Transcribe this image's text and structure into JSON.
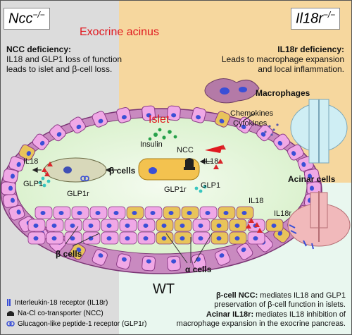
{
  "quadrants": {
    "ncc": {
      "title_base": "Ncc",
      "title_sup": "−/−",
      "heading": "NCC deficiency:",
      "text_lines": [
        "IL18 and GLP1 loss of function",
        "leads to islet and β-cell loss."
      ]
    },
    "il18r": {
      "title_base": "Il18r",
      "title_sup": "−/−",
      "heading": "IL18r deficiency:",
      "text_lines": [
        "Leads to macrophage expansion",
        "and local inflammation."
      ]
    },
    "wt": {
      "title": "WT",
      "text_lines": [
        {
          "bold": "β-cell NCC:",
          "rest": " mediates IL18 and GLP1"
        },
        {
          "bold": "",
          "rest": "preservation of β-cell function in islets."
        },
        {
          "bold": "Acinar IL18r:",
          "rest": " mediates IL18 inhibition of"
        },
        {
          "bold": "",
          "rest": "macrophage expansion in the exocrine pancreas."
        }
      ]
    }
  },
  "labels": {
    "exocrine_acinus": "Exocrine acinus",
    "islet": "Islet",
    "insulin": "Insulin",
    "ncc": "NCC",
    "il18_left": "IL18",
    "il18_right": "IL18",
    "il18_lower": "IL18",
    "glp1_left": "GLP1",
    "glp1_right": "GLP1",
    "glp1r_left": "GLP1r",
    "glp1r_right": "GLP1r",
    "beta_cells_mid": "β cells",
    "beta_cells_bottom": "β cells",
    "alpha_cells": "α cells",
    "macrophages": "Macrophages",
    "chemokines": "Chemokines",
    "cytokines": "Cytokines",
    "acinar_cells": "Acinar cells",
    "il18r": "IL18r"
  },
  "legend": [
    {
      "icon": "il18r-receptor-icon",
      "text": "Interleukin-18 receptor (IL18r)"
    },
    {
      "icon": "ncc-transporter-icon",
      "text": "Na-Cl co-transporter (NCC)"
    },
    {
      "icon": "glp1r-receptor-icon",
      "text": "Glucagon-like peptide-1 receptor (GLP1r)"
    }
  ],
  "colors": {
    "ncc_bg": "#dcdcdc",
    "il18r_bg": "#f6d79e",
    "wt_bg": "#e9f7ef",
    "islet_fill": "#eef8e6",
    "acinar_cell": "#f0a8e6",
    "acinar_border": "#8a3a86",
    "beta_cell": "#e8c45a",
    "accent_red": "#e0191f",
    "il18_triangle": "#d9252a",
    "glp1_dot": "#38c6bf",
    "receptor_blue": "#3a4fd6"
  }
}
